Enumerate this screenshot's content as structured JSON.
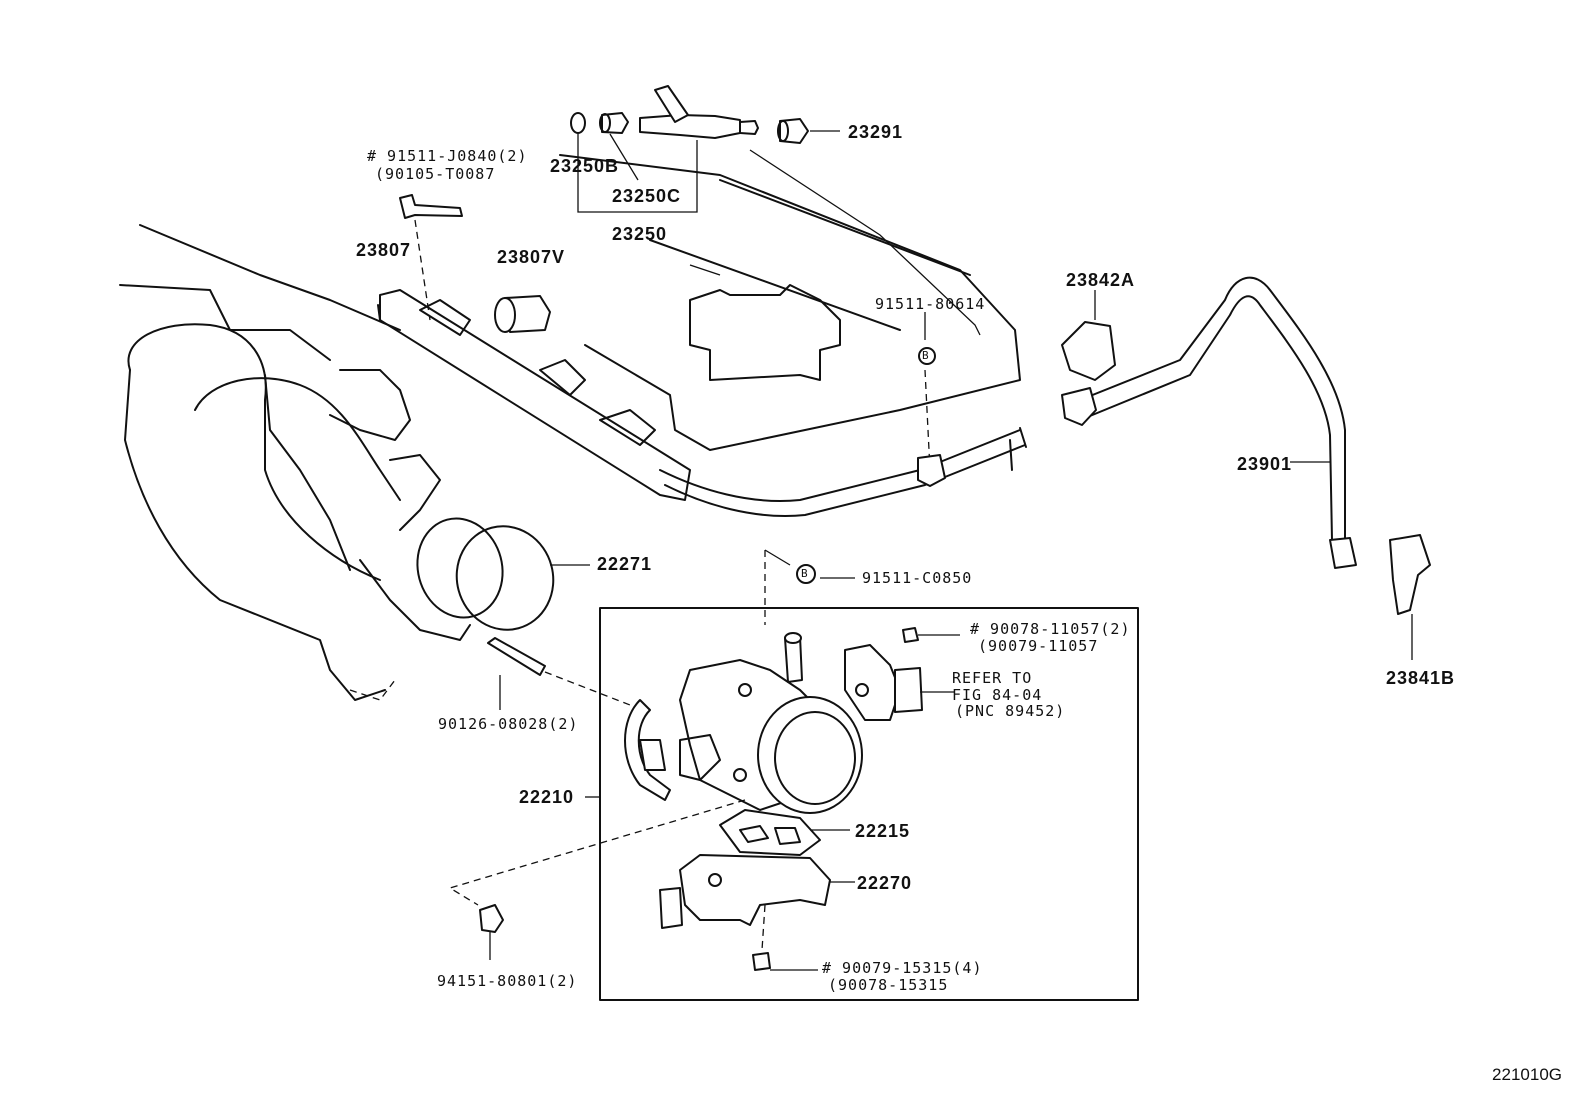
{
  "figure_id": "221010G",
  "labels": {
    "p23291": "23291",
    "p23250B": "23250B",
    "p23250C": "23250C",
    "p23250": "23250",
    "p91511_J0840": "# 91511-J0840(2)",
    "p90105_T0087": "(90105-T0087",
    "p23807": "23807",
    "p23807V": "23807V",
    "p91511_80614": "91511-80614",
    "p23842A": "23842A",
    "p23901": "23901",
    "p23841B": "23841B",
    "p22271": "22271",
    "p91511_C0850": "91511-C0850",
    "p90078_11057": "# 90078-11057(2)",
    "p90079_11057": "(90079-11057",
    "refer_to": "REFER TO",
    "fig_ref": "FIG 84-04",
    "pnc_ref": "(PNC 89452)",
    "p90126_08028": "90126-08028(2)",
    "p22210": "22210",
    "p22215": "22215",
    "p22270": "22270",
    "p90079_15315": "# 90079-15315(4)",
    "p90078_15315": "(90078-15315",
    "p94151_80801": "94151-80801(2)",
    "callout_B": "B"
  }
}
